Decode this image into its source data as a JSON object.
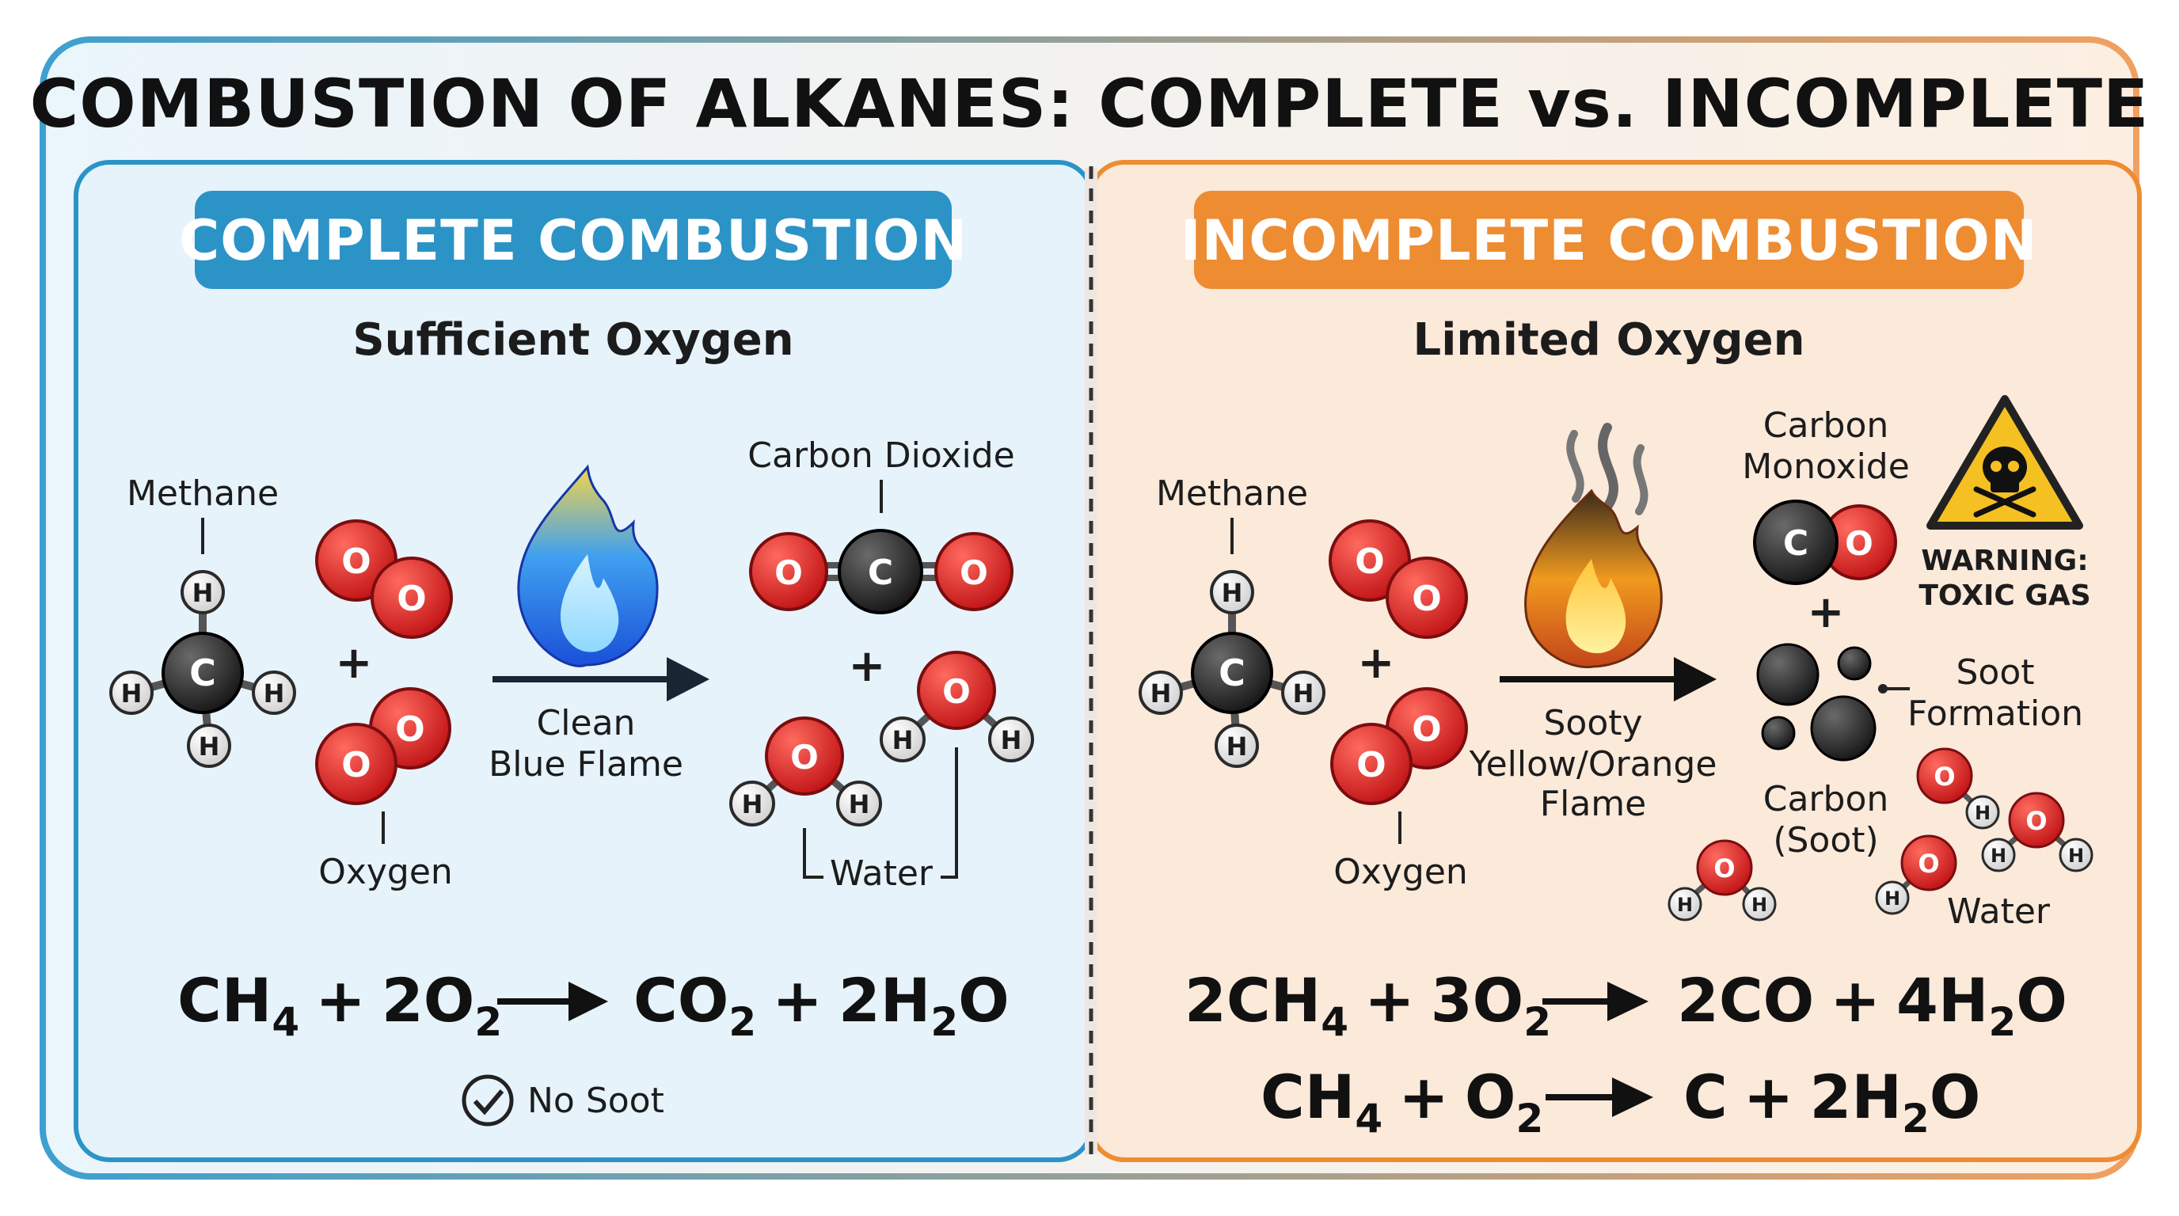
{
  "title": "COMBUSTION OF ALKANES: COMPLETE vs. INCOMPLETE",
  "colors": {
    "complete": "#2c93c7",
    "incomplete": "#ee8c32",
    "complete_bg": "#e6f3fb",
    "incomplete_bg": "#fbe9da",
    "oxygen": "#d3181b",
    "carbon": "#252525",
    "hydrogen": "#ececec"
  },
  "complete": {
    "heading": "COMPLETE COMBUSTION",
    "condition": "Sufficient Oxygen",
    "methane_label": "Methane",
    "oxygen_label": "Oxygen",
    "flame_label_1": "Clean",
    "flame_label_2": "Blue Flame",
    "co2_label": "Carbon Dioxide",
    "water_label": "Water",
    "plus": "+",
    "atom_c": "C",
    "atom_h": "H",
    "atom_o": "O",
    "eq": {
      "r1": "CH",
      "r1_sub": "4",
      "plus1": "+",
      "r2": "2O",
      "r2_sub": "2",
      "p1": "CO",
      "p1_sub": "2",
      "plus2": "+",
      "p2a": "2H",
      "p2_sub": "2",
      "p2b": "O"
    },
    "note": "No Soot"
  },
  "incomplete": {
    "heading": "INCOMPLETE COMBUSTION",
    "condition": "Limited Oxygen",
    "methane_label": "Methane",
    "oxygen_label": "Oxygen",
    "flame_label_1": "Sooty",
    "flame_label_2": "Yellow/Orange",
    "flame_label_3": "Flame",
    "co_label_1": "Carbon",
    "co_label_2": "Monoxide",
    "warning_1": "WARNING:",
    "warning_2": "TOXIC GAS",
    "soot_label_1": "Soot",
    "soot_label_2": "Formation",
    "carbon_label_1": "Carbon",
    "carbon_label_2": "(Soot)",
    "water_label": "Water",
    "plus": "+",
    "eq1": {
      "r1": "2CH",
      "r1_sub": "4",
      "plus1": "+",
      "r2": "3O",
      "r2_sub": "2",
      "p1": "2CO",
      "plus2": "+",
      "p2a": "4H",
      "p2_sub": "2",
      "p2b": "O"
    },
    "eq2": {
      "r1": "CH",
      "r1_sub": "4",
      "plus1": "+",
      "r2": "O",
      "r2_sub": "2",
      "p1": "C",
      "plus2": "+",
      "p2a": "2H",
      "p2_sub": "2",
      "p2b": "O"
    }
  }
}
